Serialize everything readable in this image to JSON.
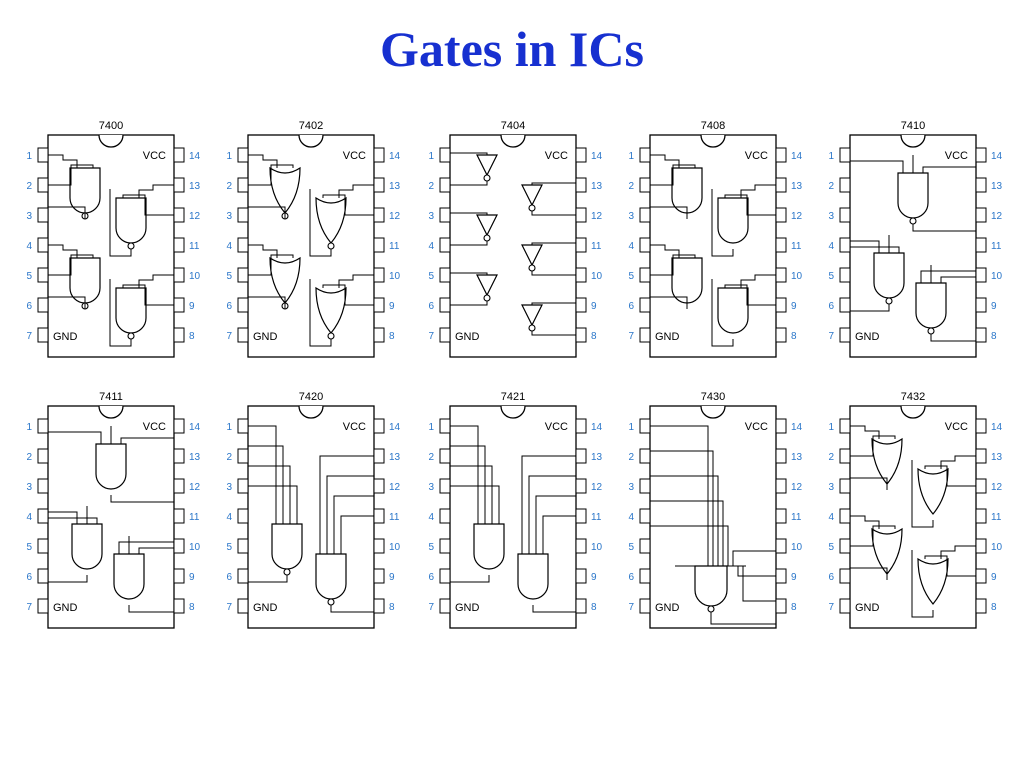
{
  "slide": {
    "title": "Gates in ICs"
  },
  "common": {
    "vcc_label": "VCC",
    "gnd_label": "GND",
    "pins_left": [
      "1",
      "2",
      "3",
      "4",
      "5",
      "6",
      "7"
    ],
    "pins_right": [
      "14",
      "13",
      "12",
      "11",
      "10",
      "9",
      "8"
    ]
  },
  "colors": {
    "title": "#1730d0",
    "pin_number": "#2a76c9",
    "outline": "#000000"
  },
  "chips": [
    {
      "id": "7400",
      "name": "7400",
      "gate": "nand2",
      "count": 4
    },
    {
      "id": "7402",
      "name": "7402",
      "gate": "nor2",
      "count": 4
    },
    {
      "id": "7404",
      "name": "7404",
      "gate": "not",
      "count": 6
    },
    {
      "id": "7408",
      "name": "7408",
      "gate": "and2",
      "count": 4
    },
    {
      "id": "7410",
      "name": "7410",
      "gate": "nand3",
      "count": 3
    },
    {
      "id": "7411",
      "name": "7411",
      "gate": "and3",
      "count": 3
    },
    {
      "id": "7420",
      "name": "7420",
      "gate": "nand4",
      "count": 2
    },
    {
      "id": "7421",
      "name": "7421",
      "gate": "and4",
      "count": 2
    },
    {
      "id": "7430",
      "name": "7430",
      "gate": "nand8",
      "count": 1
    },
    {
      "id": "7432",
      "name": "7432",
      "gate": "or2",
      "count": 4
    }
  ]
}
